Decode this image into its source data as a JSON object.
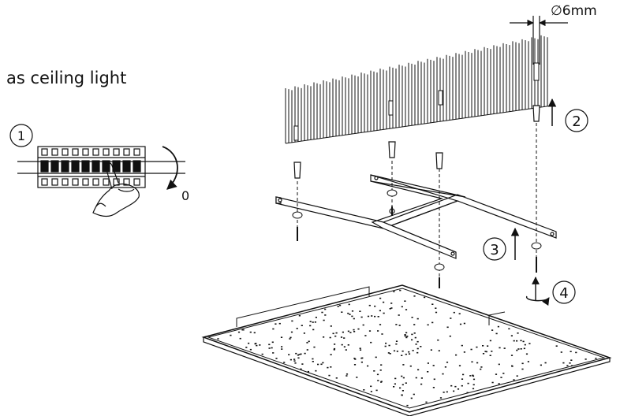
{
  "caption": "as ceiling light",
  "drill_diameter": "∅6mm",
  "steps": [
    "1",
    "2",
    "3",
    "4"
  ],
  "switch_position": "0",
  "colors": {
    "line": "#111111",
    "background": "#ffffff"
  }
}
